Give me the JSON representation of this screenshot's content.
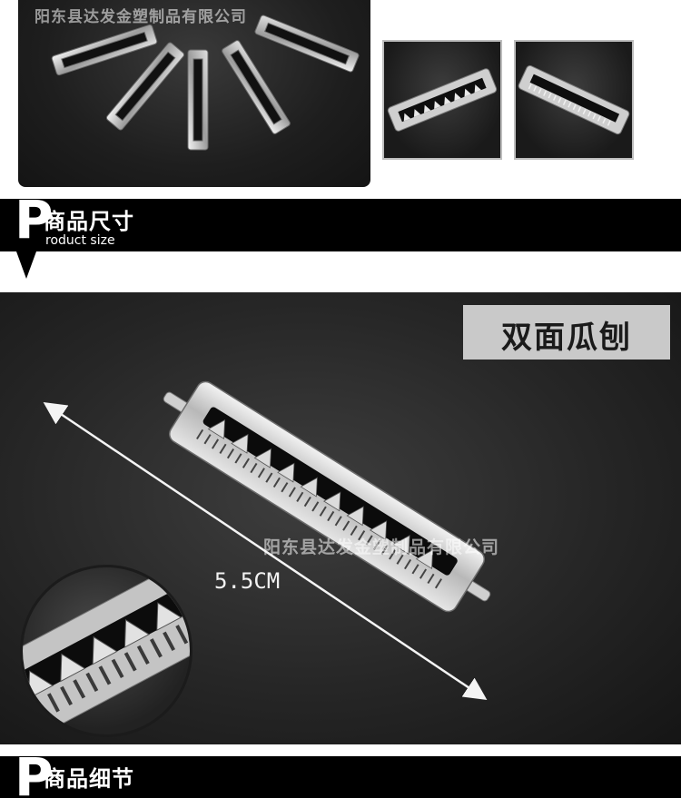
{
  "watermark": "阳东县达发金塑制品有限公司",
  "section_size": {
    "letter": "P",
    "title": "商品尺寸",
    "subtitle": "roduct size"
  },
  "product": {
    "label": "双面瓜刨",
    "measurement": "5.5CM"
  },
  "section_detail": {
    "letter": "P",
    "title": "商品细节"
  }
}
